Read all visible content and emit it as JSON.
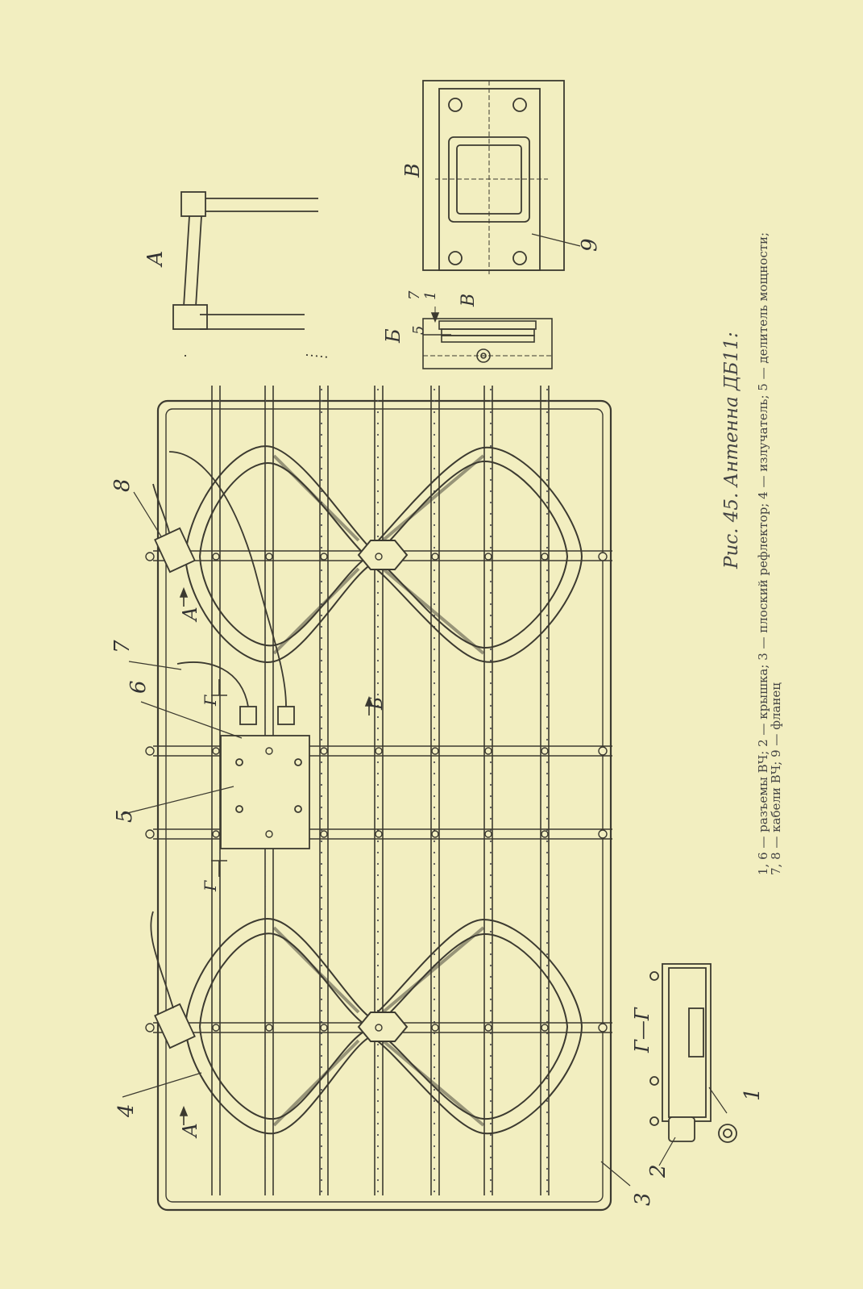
{
  "page_color": "#f2eec0",
  "ink_color": "#3c3a30",
  "caption": {
    "title": "Рис. 45. Антенна ДБ11:",
    "line1": "1, 6 — разъемы ВЧ; 2 — крышка; 3 — плоский рефлектор; 4 — излучатель; 5 — делитель мощности;",
    "line2": "7, 8 — кабели ВЧ; 9 — фланец"
  },
  "views": {
    "a": "А",
    "b": "Б",
    "v": "В",
    "g": "Г—Г"
  },
  "callouts": {
    "n1": "1",
    "n2": "2",
    "n3": "3",
    "n4": "4",
    "n5": "5",
    "n6": "6",
    "n7": "7",
    "n8": "8",
    "n9": "9"
  },
  "markers": {
    "a_arrow": "А",
    "b_arrow": "Б",
    "v_arrow": "В",
    "g_cut": "Г",
    "dim_1": "1",
    "dim_5": "5",
    "dim_7": "7"
  }
}
